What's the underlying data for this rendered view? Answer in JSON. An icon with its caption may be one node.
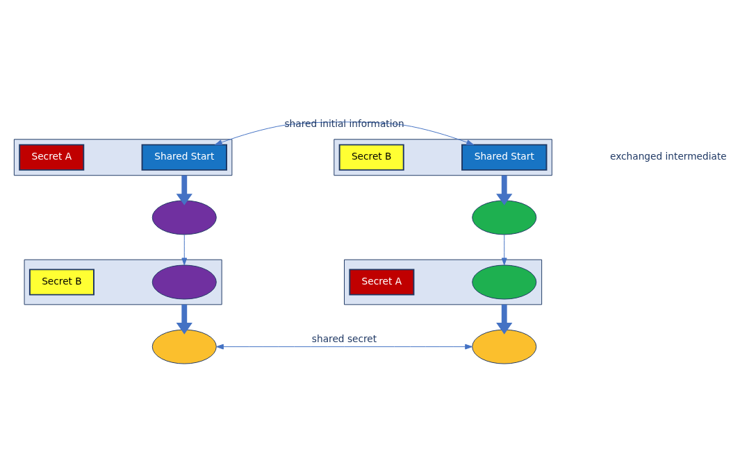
{
  "diagram": {
    "nodes": [
      {
        "text": [],
        "shape": "box"
      },
      {
        "text": [
          "Shared Start"
        ],
        "in": 0
      },
      {
        "text": [
          "Secret A"
        ],
        "in": 0
      },
      {
        "text": [],
        "shape": "box"
      },
      {
        "text": [
          "Shared Start"
        ],
        "in": 3
      },
      {
        "text": [
          "Secret B"
        ],
        "in": 3
      },
      {
        "text": [],
        "shape": "circle"
      },
      {
        "text": [],
        "shape": "circle"
      },
      {
        "text": [],
        "shape": "box"
      },
      {
        "text": [],
        "shape": "circle",
        "in": 8
      },
      {
        "text": [
          "Secret A"
        ],
        "in": 8
      },
      {
        "text": [],
        "shape": "box"
      },
      {
        "text": [],
        "shape": "circle",
        "in": 11
      },
      {
        "text": [
          "Secret B"
        ],
        "in": 11
      },
      {
        "text": [],
        "shape": "circle"
      },
      {
        "text": [],
        "shape": "circle"
      }
    ],
    "edges": [
      {
        "from": 1,
        "to": 4,
        "arrow": "both",
        "label": "shared initial information"
      },
      {
        "from": 0,
        "to": 6,
        "arrow": "to",
        "style": "thick"
      },
      {
        "from": 3,
        "to": 7,
        "arrow": "to",
        "style": "thick"
      },
      {
        "from": 6,
        "to": 12,
        "arrow": "to"
      },
      {
        "from": 7,
        "to": 9,
        "arrow": "to"
      },
      {
        "from": 8,
        "to": 14,
        "arrow": "to",
        "style": "thick"
      },
      {
        "from": 11,
        "to": 15,
        "arrow": "to",
        "style": "thick"
      },
      {
        "from": 14,
        "to": 15,
        "arrow": "both",
        "label": "shared secret"
      }
    ],
    "labels": [
      "exchanged intermediate"
    ]
  }
}
